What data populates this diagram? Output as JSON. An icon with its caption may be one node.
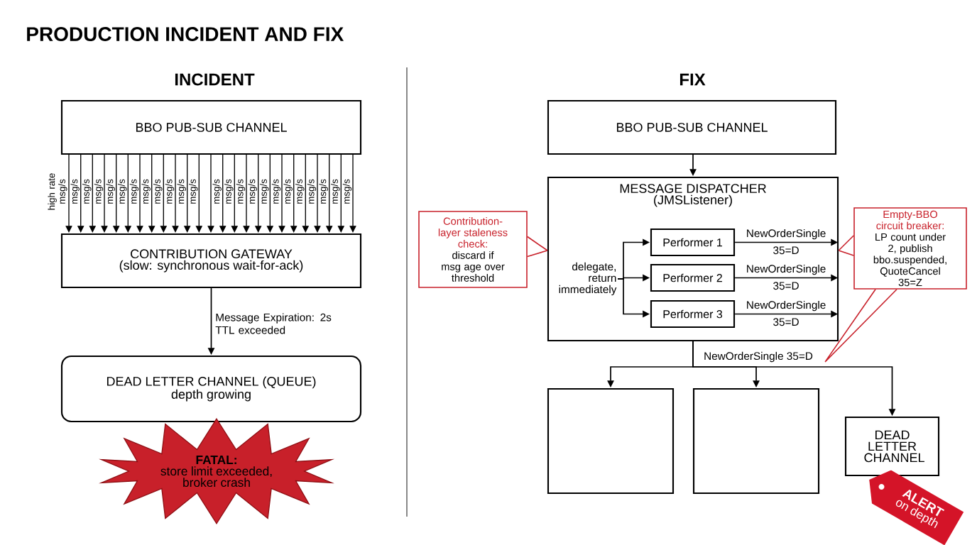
{
  "diagram": {
    "title": "PRODUCTION INCIDENT AND FIX",
    "nodes": [
      {
        "text": [
          "BBO PUB-SUB CHANNEL"
        ]
      },
      {
        "text": [
          "CONTRIBUTION GATEWAY",
          "(slow: synchronous wait-for-ack)"
        ]
      },
      {
        "text": [
          "DEAD LETTER CHANNEL (QUEUE)",
          "depth growing"
        ]
      },
      {
        "text": [
          "FATAL:",
          "store limit exceeded, broker crash"
        ]
      },
      {
        "text": [
          "BBO PUB-SUB CHANNEL"
        ]
      },
      {
        "text": [
          "MESSAGE DISPATCHER",
          "(JMSListener)"
        ]
      },
      {
        "text": [
          "delegate, return immediately"
        ],
        "in": 5
      },
      {
        "text": [
          "Performer 1"
        ],
        "in": 5
      },
      {
        "text": [
          "Performer 2"
        ],
        "in": 5
      },
      {
        "text": [
          "Performer 3"
        ],
        "in": 5
      },
      {
        "text": [
          "Contribution-layer staleness check:",
          "discard if msg age over threshold"
        ]
      },
      {
        "text": [
          "Empty-BBO circuit breaker:",
          "LP count under 2, publish bbo.suspended, QuoteCancel 35=Z"
        ]
      },
      {
        "text": [],
        "shape": "box"
      },
      {
        "text": [],
        "shape": "box"
      },
      {
        "text": [
          "DEAD LETTER CHANNEL"
        ]
      },
      {
        "text": [
          "ALERT",
          "on depth"
        ]
      }
    ],
    "edges": [
      {
        "from": 0,
        "to": 1,
        "arrow": "to",
        "label": "high rate msg/s"
      },
      {
        "from": 0,
        "to": 1,
        "arrow": "to",
        "label": "msg/s"
      },
      {
        "from": 0,
        "to": 1,
        "arrow": "to",
        "label": "msg/s"
      },
      {
        "from": 0,
        "to": 1,
        "arrow": "to",
        "label": "msg/s"
      },
      {
        "from": 0,
        "to": 1,
        "arrow": "to",
        "label": "msg/s"
      },
      {
        "from": 0,
        "to": 1,
        "arrow": "to",
        "label": "msg/s"
      },
      {
        "from": 0,
        "to": 1,
        "arrow": "to",
        "label": "msg/s"
      },
      {
        "from": 0,
        "to": 1,
        "arrow": "to",
        "label": "msg/s"
      },
      {
        "from": 0,
        "to": 1,
        "arrow": "to",
        "label": "msg/s"
      },
      {
        "from": 0,
        "to": 1,
        "arrow": "to",
        "label": "msg/s"
      },
      {
        "from": 0,
        "to": 1,
        "arrow": "to",
        "label": "msg/s"
      },
      {
        "from": 0,
        "to": 1,
        "arrow": "to",
        "label": "msg/s"
      },
      {
        "from": 0,
        "to": 1,
        "arrow": "to"
      },
      {
        "from": 0,
        "to": 1,
        "arrow": "to",
        "label": "msg/s"
      },
      {
        "from": 0,
        "to": 1,
        "arrow": "to",
        "label": "msg/s"
      },
      {
        "from": 0,
        "to": 1,
        "arrow": "to",
        "label": "msg/s"
      },
      {
        "from": 0,
        "to": 1,
        "arrow": "to",
        "label": "msg/s"
      },
      {
        "from": 0,
        "to": 1,
        "arrow": "to",
        "label": "msg/s"
      },
      {
        "from": 0,
        "to": 1,
        "arrow": "to",
        "label": "msg/s"
      },
      {
        "from": 0,
        "to": 1,
        "arrow": "to",
        "label": "msg/s"
      },
      {
        "from": 0,
        "to": 1,
        "arrow": "to",
        "label": "msg/s"
      },
      {
        "from": 0,
        "to": 1,
        "arrow": "to",
        "label": "msg/s"
      },
      {
        "from": 0,
        "to": 1,
        "arrow": "to",
        "label": "msg/s"
      },
      {
        "from": 0,
        "to": 1,
        "arrow": "to",
        "label": "msg/s"
      },
      {
        "from": 0,
        "to": 1,
        "arrow": "to",
        "label": "msg/s"
      },
      {
        "from": 1,
        "to": 2,
        "arrow": "to",
        "label": "Message Expiration: 2s TTL exceeded"
      },
      {
        "from": 4,
        "to": 5,
        "arrow": "to"
      },
      {
        "from": 6,
        "to": 7,
        "arrow": "to"
      },
      {
        "from": 6,
        "to": 8,
        "arrow": "to"
      },
      {
        "from": 6,
        "to": 9,
        "arrow": "to"
      },
      {
        "from": 7,
        "to": null,
        "arrow": "to",
        "label": "NewOrderSingle 35=D"
      },
      {
        "from": 8,
        "to": null,
        "arrow": "to",
        "label": "NewOrderSingle 35=D"
      },
      {
        "from": 9,
        "to": null,
        "arrow": "to",
        "label": "NewOrderSingle 35=D"
      },
      {
        "from": 5,
        "to": 12,
        "arrow": "to"
      },
      {
        "from": 5,
        "to": 13,
        "arrow": "to"
      },
      {
        "from": 5,
        "to": 14,
        "arrow": "to",
        "label": "NewOrderSingle 35=D"
      },
      {
        "from": 10,
        "to": 5,
        "arrow": "none",
        "color": "#c8202a"
      },
      {
        "from": 11,
        "to": 5,
        "arrow": "none",
        "color": "#c8202a"
      },
      {
        "from": 11,
        "to": null,
        "arrow": "none",
        "color": "#c8202a"
      }
    ],
    "labels": [
      "INCIDENT",
      "FIX"
    ]
  }
}
